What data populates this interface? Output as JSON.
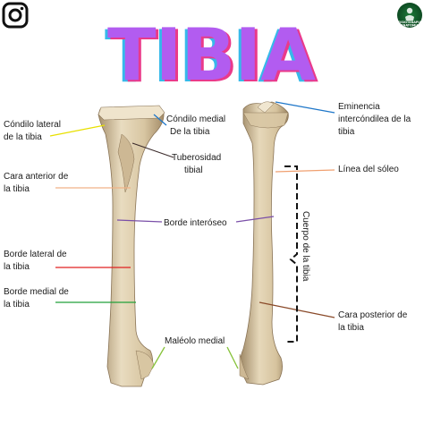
{
  "title": "TIBIA",
  "badge": {
    "icon": "instagram-icon",
    "logo_line1": "FISIOTERAPIA",
    "logo_line2": "ANATOMIA"
  },
  "labels": {
    "condilo_lateral": [
      "Cóndilo  lateral",
      "de la tibia"
    ],
    "cara_anterior": [
      "Cara anterior de",
      "la tibia"
    ],
    "borde_lateral": [
      "Borde lateral de",
      "la tibia"
    ],
    "borde_medial": [
      "Borde medial de",
      "la tibia"
    ],
    "condilo_medial": [
      "Cóndilo medial",
      "De la tibia"
    ],
    "tuberosidad": [
      "Tuberosidad",
      "tibial"
    ],
    "borde_interoseo": "Borde interóseo",
    "maleolo": "Maléolo medial",
    "eminencia": [
      "Eminencia",
      "intercóndilea de la",
      "tibia"
    ],
    "linea_soleo": "Línea del sóleo",
    "cuerpo": "Cuerpo de la tibia",
    "cara_posterior": [
      "Cara posterior de",
      "la tibia"
    ]
  },
  "colors": {
    "title_fill": "#b25cf0",
    "title_shadow_left": "#36b9ea",
    "title_shadow_right": "#ea3a8a",
    "bone": "#e3d5b8",
    "bone_shadow": "#b8a384",
    "line_condilo_lateral": "#e8e000",
    "line_cara_anterior": "#f0b286",
    "line_borde_lateral": "#e02020",
    "line_borde_medial": "#22a13a",
    "line_condilo_medial": "#1f77c9",
    "line_tuberosidad": "#3a2a2a",
    "line_borde_interoseo": "#7a4fa8",
    "line_maleolo": "#86c23a",
    "line_eminencia": "#1f77c9",
    "line_linea_soleo": "#f0a070",
    "line_cara_posterior": "#8a4a2a",
    "brace": "#111111"
  }
}
